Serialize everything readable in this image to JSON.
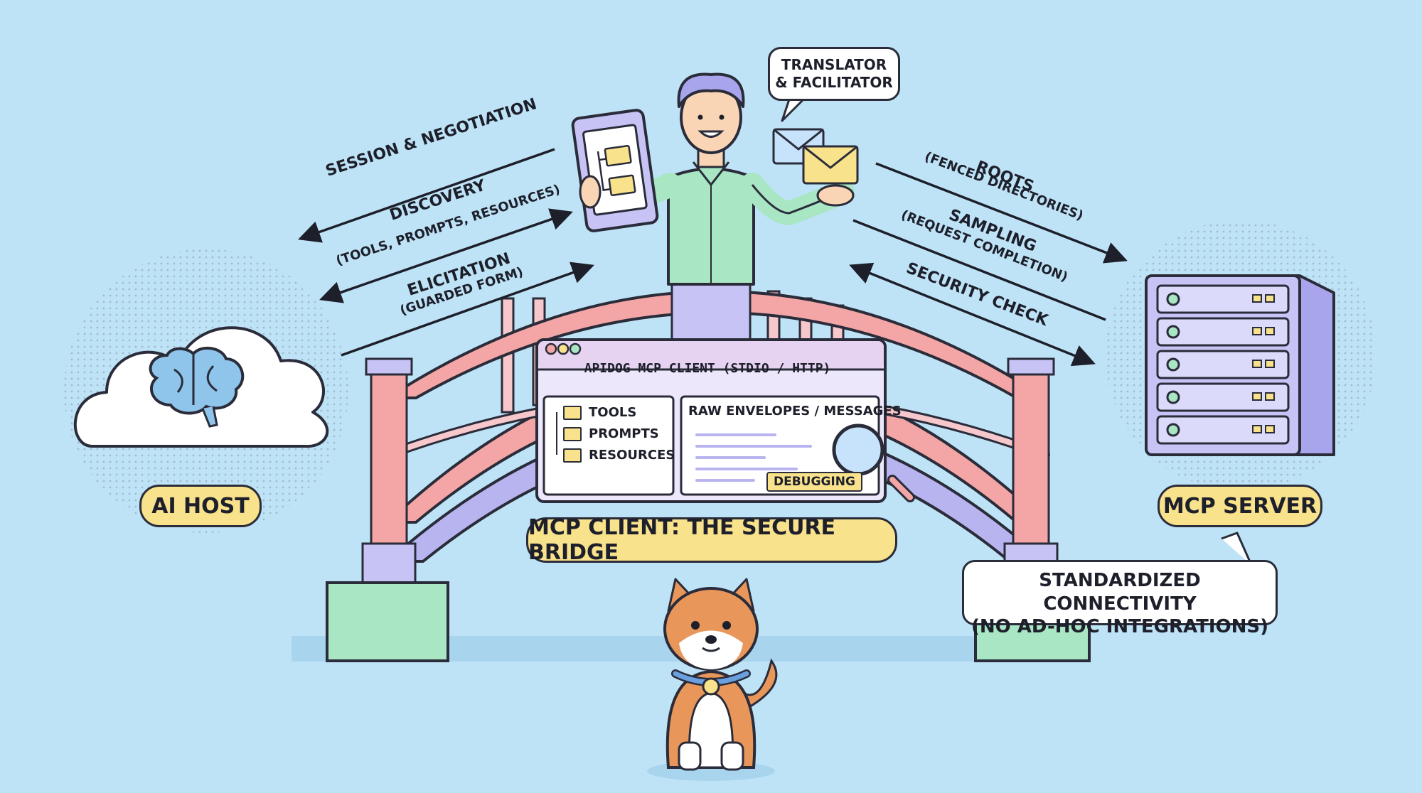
{
  "left_arrows": {
    "session": "SESSION & NEGOTIATION",
    "discovery": "DISCOVERY",
    "discovery_sub": "(TOOLS, PROMPTS, RESOURCES)",
    "elicitation": "ELICITATION",
    "elicitation_sub": "(GUARDED FORM)"
  },
  "right_arrows": {
    "roots": "ROOTS",
    "roots_sub": "(FENCED DIRECTORIES)",
    "sampling": "SAMPLING",
    "sampling_sub": "(REQUEST COMPLETION)",
    "security": "SECURITY CHECK"
  },
  "speech": {
    "line1": "TRANSLATOR",
    "line2": "& FACILITATOR"
  },
  "client_window": {
    "title": "APIDOG MCP CLIENT (STDIO / HTTP)",
    "items": [
      "TOOLS",
      "PROMPTS",
      "RESOURCES"
    ],
    "raw_panel_title": "RAW ENVELOPES / MESSAGES",
    "debug_badge": "DEBUGGING"
  },
  "labels": {
    "ai_host": "AI HOST",
    "mcp_server": "MCP SERVER",
    "bridge": "MCP CLIENT: THE SECURE BRIDGE",
    "connectivity_line1": "STANDARDIZED CONNECTIVITY",
    "connectivity_line2": "(NO AD-HOC INTEGRATIONS)"
  },
  "icons": [
    "cloud-icon",
    "brain-icon",
    "server-icon",
    "tablet-icon",
    "envelope-icon",
    "magnifier-icon",
    "shiba-dog-icon",
    "person-icon"
  ],
  "colors": {
    "background": "#bfe3f6",
    "accent_yellow": "#f8e28b",
    "bridge_pink": "#f4a6a6",
    "bridge_purple": "#b8b4ef",
    "pillar_green": "#a8e6c4",
    "server_purple": "#c7c4f5"
  }
}
